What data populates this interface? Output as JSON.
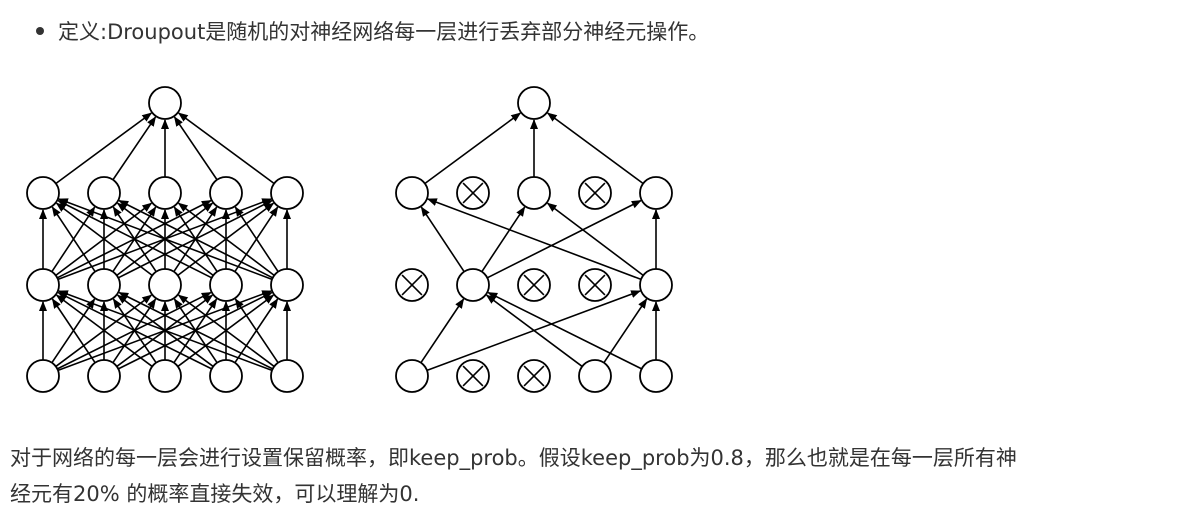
{
  "definition": {
    "text": "定义:Droupout是随机的对神经网络每一层进行丢弃部分神经元操作。"
  },
  "paragraph": {
    "line1": "对于网络的每一层会进行设置保留概率，即keep_prob。假设keep_prob为0.8，那么也就是在每一层所有神",
    "line2": "经元有20% 的概率直接失效，可以理解为0."
  },
  "figure": {
    "left_network": {
      "kind": "full",
      "layers": [
        {
          "nodes": 5,
          "dropped": []
        },
        {
          "nodes": 5,
          "dropped": []
        },
        {
          "nodes": 5,
          "dropped": []
        },
        {
          "nodes": 1,
          "dropped": []
        }
      ],
      "edges": "all-to-all"
    },
    "right_network": {
      "kind": "dropout",
      "layers": [
        {
          "nodes": 5,
          "dropped": [
            1,
            2
          ]
        },
        {
          "nodes": 5,
          "dropped": [
            0,
            2,
            3
          ]
        },
        {
          "nodes": 5,
          "dropped": [
            1,
            3
          ]
        },
        {
          "nodes": 1,
          "dropped": []
        }
      ],
      "edges": "among-kept"
    }
  }
}
